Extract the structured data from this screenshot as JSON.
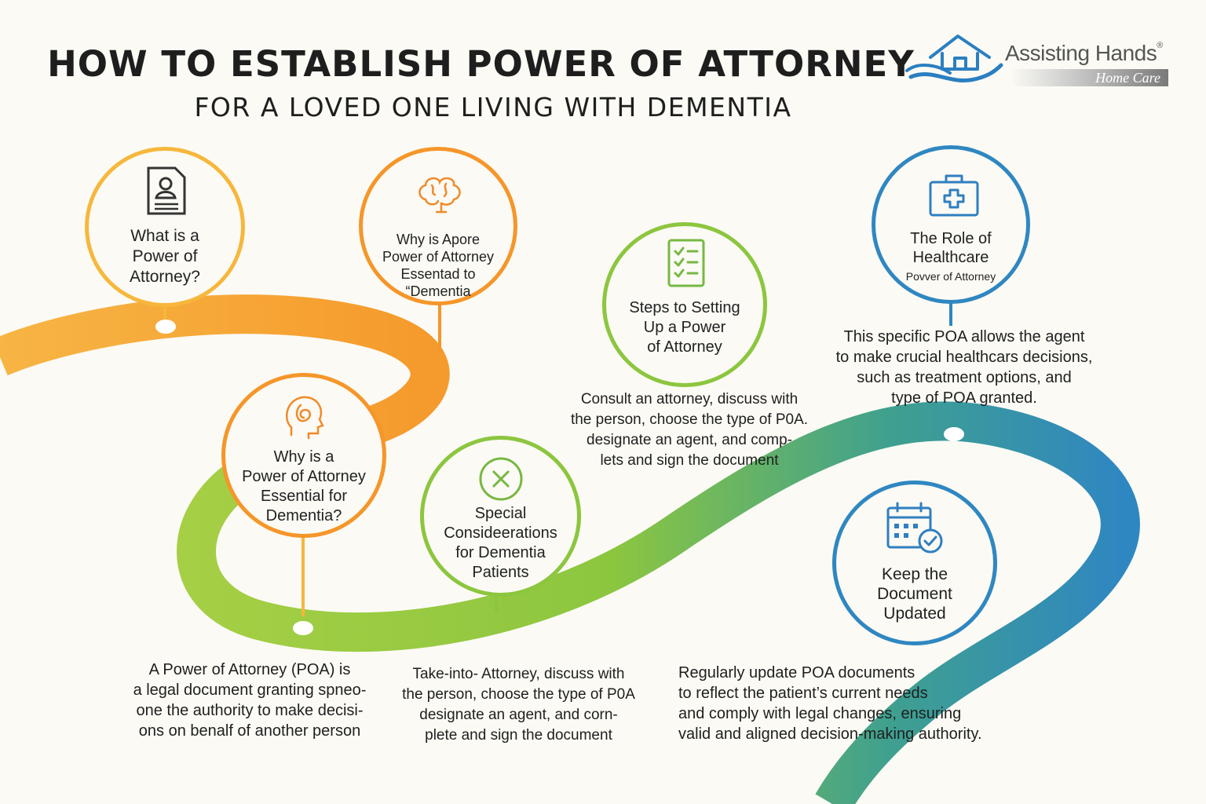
{
  "header": {
    "title": "HOW TO ESTABLISH POWER OF ATTORNEY",
    "subtitle": "FOR A LOVED ONE LIVING WITH DEMENTIA"
  },
  "logo": {
    "name": "Assisting Hands",
    "registered": "®",
    "tagline": "Home Care"
  },
  "colors": {
    "yellow": "#f6b73c",
    "orange": "#f5962a",
    "green": "#8cc63f",
    "blue": "#2f87c1",
    "icon_orange": "#f08a2a",
    "icon_green": "#77b843",
    "icon_blue": "#2f7fc0"
  },
  "steps": [
    {
      "id": "what-is",
      "icon": "document-person-icon",
      "lines": [
        "What is a",
        "Power of",
        "Attorney?"
      ]
    },
    {
      "id": "why-apore",
      "icon": "brain-icon",
      "lines": [
        "Why is Apore",
        "Power of Attorney",
        "Essentad to",
        "“Dementia"
      ]
    },
    {
      "id": "why-essential",
      "icon": "head-spiral-icon",
      "lines": [
        "Why is a",
        "Power of Attorney",
        "Essential for",
        "Dementia?"
      ]
    },
    {
      "id": "special",
      "icon": "x-circle-icon",
      "lines": [
        "Special",
        "Consideerations",
        "for Dementia",
        "Patients"
      ]
    },
    {
      "id": "steps-setup",
      "icon": "checklist-icon",
      "lines": [
        "Steps to Setting",
        "Up a Power",
        "of Attorney"
      ]
    },
    {
      "id": "healthcare",
      "icon": "medical-kit-icon",
      "lines": [
        "The Role of",
        "Healthcare"
      ],
      "small": "Povver of Attorney"
    },
    {
      "id": "keep-updated",
      "icon": "calendar-check-icon",
      "lines": [
        "Keep the",
        "Document",
        "Updated"
      ]
    }
  ],
  "descriptions": {
    "poa": [
      "A Power of Attorney (POA) is",
      "a legal document granting spneo-",
      "one the authority to make decisi-",
      "ons on benalf of another person"
    ],
    "take_into": [
      "Take-into- Attorney, discuss with",
      "the person, choose the type of P0A",
      "designate an agent, and corn-",
      "plete and sign the document"
    ],
    "consult": [
      "Consult an attorney, discuss with",
      "the person, choose the type of P0A.",
      "designate an agent, and comp-",
      "lets and sign the document"
    ],
    "healthcare": [
      "This specific POA allows the agent",
      "to make crucial healthcars decisions,",
      "such as treatment options, and",
      "type of POA granted."
    ],
    "update": [
      "Regularly update POA documents",
      "to reflect the patient’s current needs",
      "and comply with legal changes, ensuring",
      "valid and aligned decision-making authority."
    ]
  }
}
